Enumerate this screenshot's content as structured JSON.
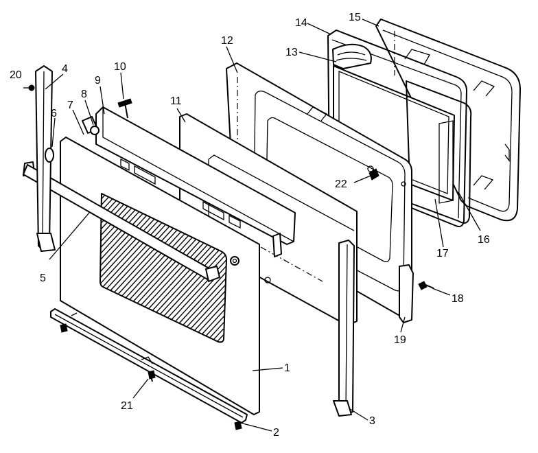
{
  "callouts": [
    {
      "id": "p1",
      "text": "1"
    },
    {
      "id": "p2",
      "text": "2"
    },
    {
      "id": "p3",
      "text": "3"
    },
    {
      "id": "p4",
      "text": "4"
    },
    {
      "id": "p5",
      "text": "5"
    },
    {
      "id": "p6",
      "text": "6"
    },
    {
      "id": "p7",
      "text": "7"
    },
    {
      "id": "p8",
      "text": "8"
    },
    {
      "id": "p9",
      "text": "9"
    },
    {
      "id": "p10",
      "text": "10"
    },
    {
      "id": "p11",
      "text": "11"
    },
    {
      "id": "p12",
      "text": "12"
    },
    {
      "id": "p13",
      "text": "13"
    },
    {
      "id": "p14",
      "text": "14"
    },
    {
      "id": "p15",
      "text": "15"
    },
    {
      "id": "p16",
      "text": "16"
    },
    {
      "id": "p17",
      "text": "17"
    },
    {
      "id": "p18",
      "text": "18"
    },
    {
      "id": "p19",
      "text": "19"
    },
    {
      "id": "p20",
      "text": "20"
    },
    {
      "id": "p21",
      "text": "21"
    },
    {
      "id": "p22",
      "text": "22"
    }
  ]
}
